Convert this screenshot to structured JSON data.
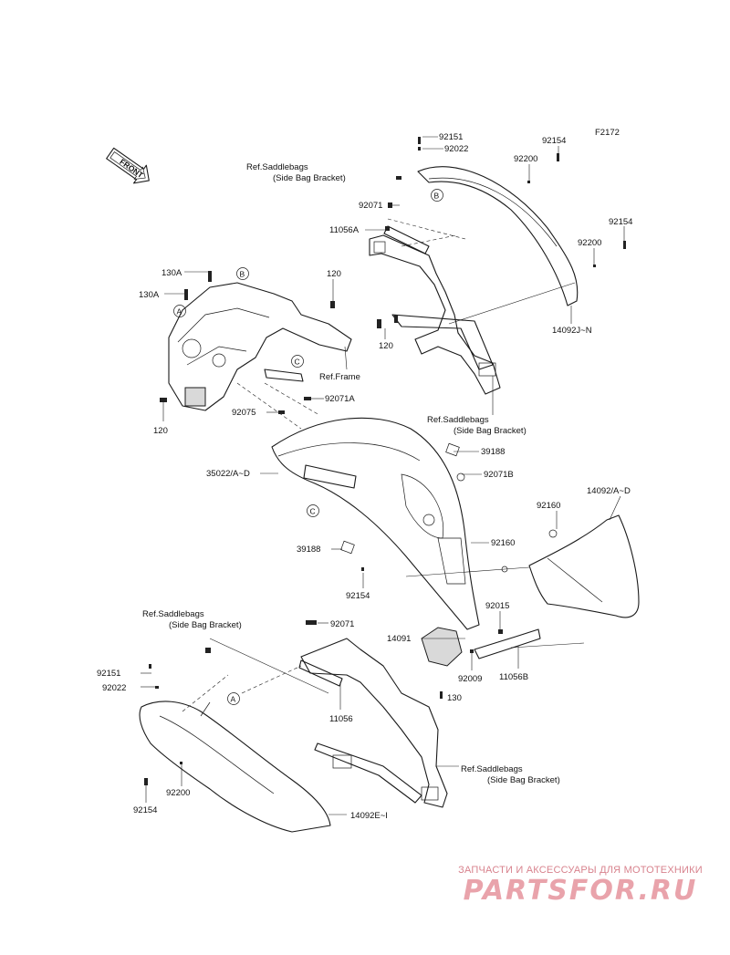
{
  "diagram_code": "F2172",
  "front_arrow": "FRONT",
  "callouts": {
    "A": "A",
    "B": "B",
    "C": "C"
  },
  "labels": {
    "p92151_top": "92151",
    "p92022_top": "92022",
    "p92154_top": "92154",
    "p92200_top": "92200",
    "ref_saddlebags_top_1": "Ref.Saddlebags",
    "ref_saddlebags_top_2": "(Side Bag Bracket)",
    "p92071_top": "92071",
    "p11056a": "11056A",
    "p92154_mid": "92154",
    "p92200_mid": "92200",
    "p130a_1": "130A",
    "p130a_2": "130A",
    "p120_a": "120",
    "p120_b": "120",
    "p14092j": "14092J~N",
    "ref_frame": "Ref.Frame",
    "p92071a": "92071A",
    "p92075": "92075",
    "p120_c": "120",
    "ref_saddlebags_mid_1": "Ref.Saddlebags",
    "ref_saddlebags_mid_2": "(Side Bag Bracket)",
    "p39188_a": "39188",
    "p35022": "35022/A~D",
    "p92071b": "92071B",
    "p14092a": "14092/A~D",
    "p92160_a": "92160",
    "p92160_b": "92160",
    "p39188_b": "39188",
    "p92154_low": "92154",
    "p92015": "92015",
    "ref_saddlebags_low_1": "Ref.Saddlebags",
    "ref_saddlebags_low_2": "(Side Bag Bracket)",
    "p92071_low": "92071",
    "p14091": "14091",
    "p92009": "92009",
    "p11056b": "11056B",
    "p130": "130",
    "p92151_low": "92151",
    "p92022_low": "92022",
    "p11056": "11056",
    "ref_saddlebags_bot_1": "Ref.Saddlebags",
    "ref_saddlebags_bot_2": "(Side Bag Bracket)",
    "p92200_low": "92200",
    "p92154_bot": "92154",
    "p14092e": "14092E~I"
  },
  "watermark": {
    "tagline": "ЗАПЧАСТИ И АКСЕССУАРЫ ДЛЯ МОТОТЕХНИКИ",
    "logo": "PARTSFOR.RU"
  },
  "colors": {
    "line": "#1a1a1a",
    "watermark_text": "#d8838e",
    "watermark_logo": "#e9a3ab"
  }
}
